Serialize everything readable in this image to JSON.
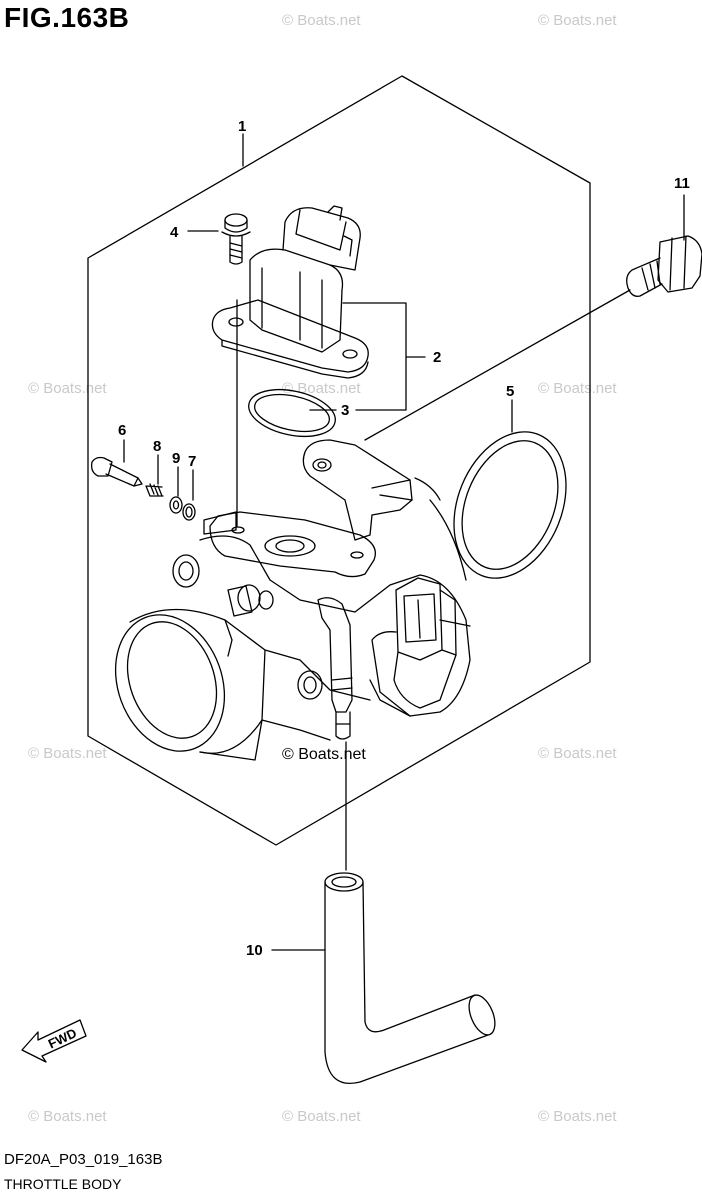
{
  "figure": {
    "title": "FIG.163B",
    "code": "DF20A_P03_019_163B",
    "name": "THROTTLE BODY",
    "fwd_label": "FWD"
  },
  "callouts": [
    "1",
    "2",
    "3",
    "4",
    "5",
    "6",
    "7",
    "8",
    "9",
    "10",
    "11"
  ],
  "watermark": "© Boats.net",
  "colors": {
    "line": "#000000",
    "watermark": "#c9c9c9",
    "background": "#ffffff"
  }
}
